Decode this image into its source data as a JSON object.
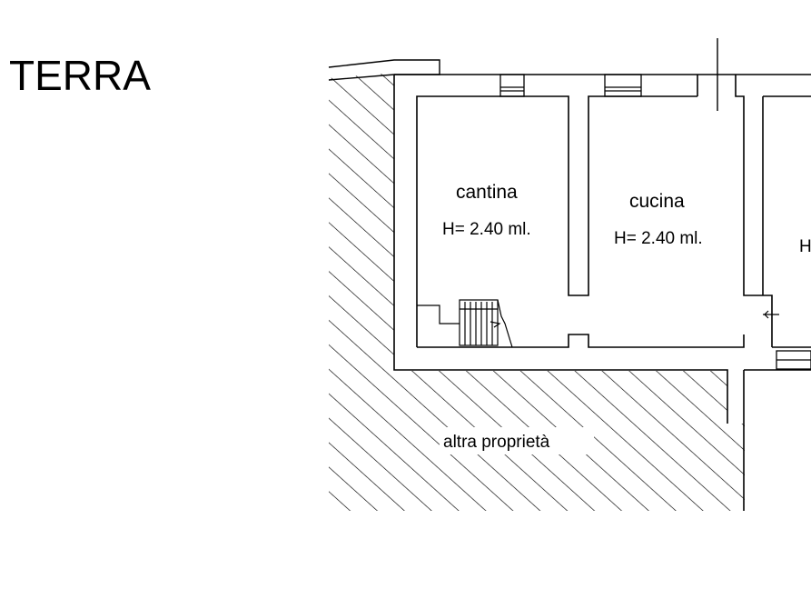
{
  "floor_label": "TERRA",
  "rooms": [
    {
      "name": "cantina",
      "height_label": "H= 2.40 ml."
    },
    {
      "name": "cucina",
      "height_label": "H= 2.40 ml."
    },
    {
      "name": "",
      "height_label": "H"
    }
  ],
  "neighbor_area": "altra proprietà",
  "colors": {
    "line": "#000000",
    "background": "#ffffff"
  }
}
